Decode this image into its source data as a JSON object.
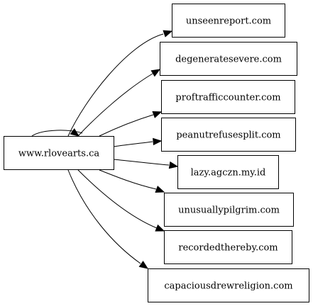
{
  "graph": {
    "source": {
      "id": "src",
      "label": "www.rlovearts.ca"
    },
    "targets": [
      {
        "id": "t1",
        "label": "unseenreport.com"
      },
      {
        "id": "t2",
        "label": "degeneratesevere.com"
      },
      {
        "id": "t3",
        "label": "proftrafficcounter.com"
      },
      {
        "id": "t4",
        "label": "peanutrefusesplit.com"
      },
      {
        "id": "t5",
        "label": "lazy.agczn.my.id"
      },
      {
        "id": "t6",
        "label": "unusuallypilgrim.com"
      },
      {
        "id": "t7",
        "label": "recordedthereby.com"
      },
      {
        "id": "t8",
        "label": "capaciousdrewreligion.com"
      }
    ],
    "edges": [
      {
        "from": "src",
        "to": "t1"
      },
      {
        "from": "src",
        "to": "t2"
      },
      {
        "from": "src",
        "to": "t3"
      },
      {
        "from": "src",
        "to": "t4"
      },
      {
        "from": "src",
        "to": "t5"
      },
      {
        "from": "src",
        "to": "t6"
      },
      {
        "from": "src",
        "to": "t7"
      },
      {
        "from": "src",
        "to": "t8"
      },
      {
        "from": "src",
        "to": "src"
      }
    ],
    "colors": {
      "stroke": "#000000",
      "fill": "#ffffff",
      "text": "#000000"
    }
  }
}
